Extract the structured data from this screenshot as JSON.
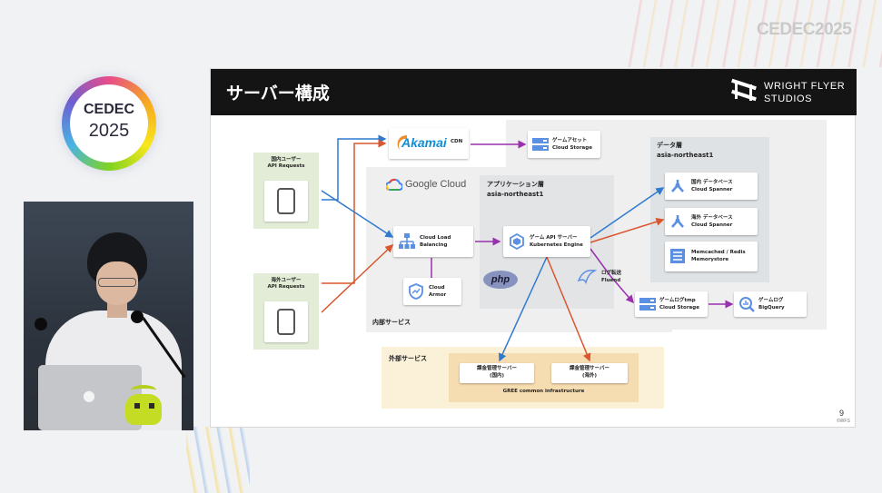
{
  "event_logo": {
    "name": "CEDEC",
    "year": "2025",
    "corner_text": "CEDEC2025"
  },
  "slide": {
    "title": "サーバー構成",
    "brand_line1": "WRIGHT FLYER",
    "brand_line2": "STUDIOS",
    "page_number": "9",
    "copyright": "©WFS"
  },
  "users": {
    "domestic": {
      "line1": "国内ユーザー",
      "line2": "API Requests"
    },
    "overseas": {
      "line1": "海外ユーザー",
      "line2": "API Requests"
    }
  },
  "cdn": {
    "logo": "Akamai",
    "label": "CDN"
  },
  "asset_storage": {
    "line1": "ゲームアセット",
    "line2": "Cloud Storage"
  },
  "google_cloud": {
    "label": "Google Cloud"
  },
  "load_balancer": {
    "line1": "Cloud Load",
    "line2": "Balancing"
  },
  "armor": {
    "line1": "Cloud",
    "line2": "Armor"
  },
  "internal_services": {
    "label": "内部サービス"
  },
  "app_layer": {
    "line1": "アプリケーション層",
    "line2": "asia-northeast1"
  },
  "api_server": {
    "line1": "ゲーム API サーバー",
    "line2": "Kubernetes Engine"
  },
  "php": {
    "label": "php"
  },
  "fluentd": {
    "line1": "ログ転送",
    "line2": "Fluend"
  },
  "data_layer": {
    "line1": "データ層",
    "line2": "asia-northeast1"
  },
  "db_domestic": {
    "line1": "国内 データベース",
    "line2": "Cloud Spanner"
  },
  "db_overseas": {
    "line1": "海外 データベース",
    "line2": "Cloud Spanner"
  },
  "memorystore": {
    "line1": "Memcached / Redis",
    "line2": "Memorystore"
  },
  "log_tmp": {
    "line1": "ゲームログtmp",
    "line2": "Cloud Storage"
  },
  "bigquery": {
    "line1": "ゲームログ",
    "line2": "BigQuery"
  },
  "external_services": {
    "label": "外部サービス"
  },
  "billing_domestic": {
    "line1": "課金管理サーバー",
    "line2": "(国内)"
  },
  "billing_overseas": {
    "line1": "課金管理サーバー",
    "line2": "(海外)"
  },
  "gree": {
    "label": "GREE common infrastructure"
  },
  "colors": {
    "blue_arrow": "#2f7ad0",
    "red_arrow": "#d9562e",
    "purple_arrow": "#9a2fb0",
    "header_black": "#141414"
  }
}
